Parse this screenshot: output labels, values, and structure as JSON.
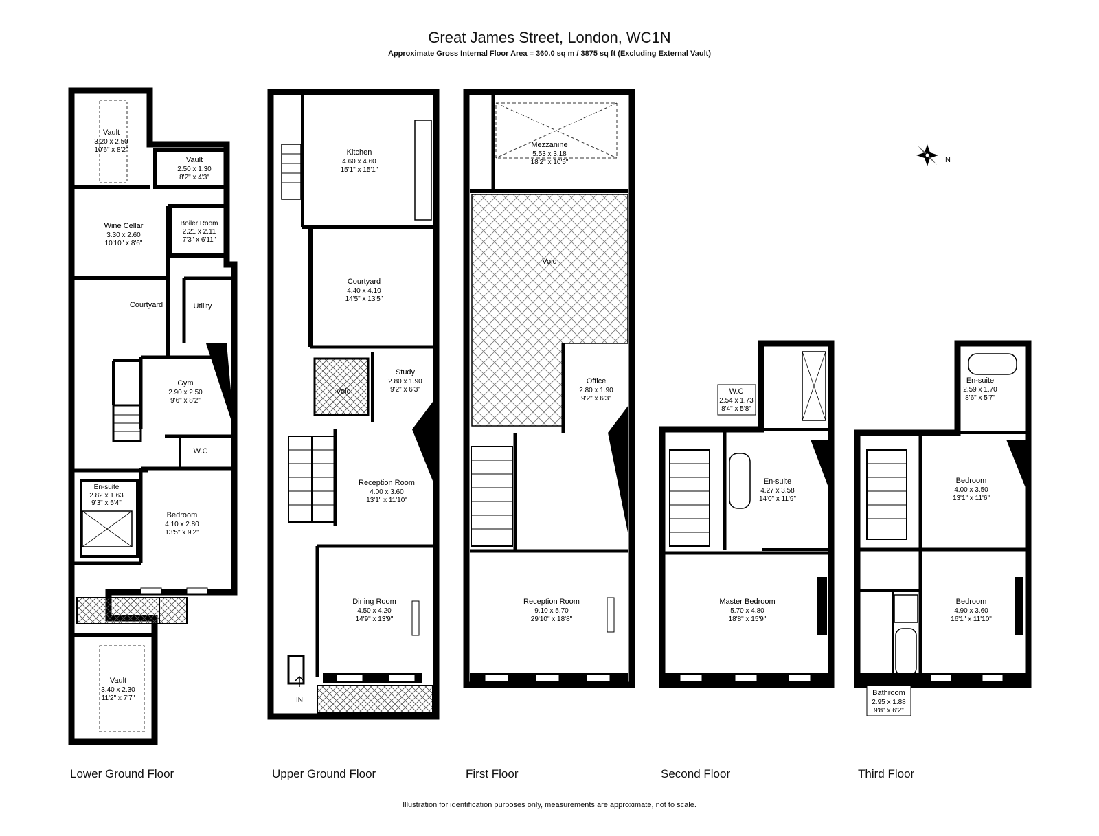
{
  "header": {
    "title": "Great James Street, London, WC1N",
    "subtitle": "Approximate Gross Internal Floor Area = 360.0 sq m / 3875 sq ft (Excluding External Vault)"
  },
  "compass": {
    "label": "N"
  },
  "entrance": {
    "label": "IN"
  },
  "floors": [
    {
      "label": "Lower Ground Floor"
    },
    {
      "label": "Upper Ground Floor"
    },
    {
      "label": "First Floor"
    },
    {
      "label": "Second Floor"
    },
    {
      "label": "Third Floor"
    }
  ],
  "rooms": {
    "lg_vault1": {
      "name": "Vault",
      "metric": "3.20 x 2.50",
      "imperial": "10'6\" x 8'2\""
    },
    "lg_vault2": {
      "name": "Vault",
      "metric": "2.50 x 1.30",
      "imperial": "8'2\" x 4'3\""
    },
    "lg_wine": {
      "name": "Wine Cellar",
      "metric": "3.30 x 2.60",
      "imperial": "10'10\" x 8'6\""
    },
    "lg_boiler": {
      "name": "Boiler Room",
      "metric": "2.21 x 2.11",
      "imperial": "7'3\" x 6'11\""
    },
    "lg_courtyard": {
      "name": "Courtyard"
    },
    "lg_utility": {
      "name": "Utility"
    },
    "lg_gym": {
      "name": "Gym",
      "metric": "2.90 x 2.50",
      "imperial": "9'6\" x 8'2\""
    },
    "lg_wc": {
      "name": "W.C"
    },
    "lg_ensuite": {
      "name": "En-suite",
      "metric": "2.82 x 1.63",
      "imperial": "9'3\" x 5'4\""
    },
    "lg_bedroom": {
      "name": "Bedroom",
      "metric": "4.10 x 2.80",
      "imperial": "13'5\" x 9'2\""
    },
    "lg_vault3": {
      "name": "Vault",
      "metric": "3.40 x 2.30",
      "imperial": "11'2\" x 7'7\""
    },
    "ug_kitchen": {
      "name": "Kitchen",
      "metric": "4.60 x 4.60",
      "imperial": "15'1\" x 15'1\""
    },
    "ug_courtyard": {
      "name": "Courtyard",
      "metric": "4.40 x 4.10",
      "imperial": "14'5\" x 13'5\""
    },
    "ug_void": {
      "name": "Void"
    },
    "ug_study": {
      "name": "Study",
      "metric": "2.80 x 1.90",
      "imperial": "9'2\" x 6'3\""
    },
    "ug_reception": {
      "name": "Reception Room",
      "metric": "4.00 x 3.60",
      "imperial": "13'1\" x 11'10\""
    },
    "ug_dining": {
      "name": "Dining Room",
      "metric": "4.50 x 4.20",
      "imperial": "14'9\" x 13'9\""
    },
    "ff_mezzanine": {
      "name": "Mezzanine",
      "metric": "5.53 x 3.18",
      "imperial": "18'2\" x 10'5\""
    },
    "ff_void": {
      "name": "Void"
    },
    "ff_office": {
      "name": "Office",
      "metric": "2.80 x 1.90",
      "imperial": "9'2\" x 6'3\""
    },
    "ff_reception": {
      "name": "Reception Room",
      "metric": "9.10 x 5.70",
      "imperial": "29'10\" x 18'8\""
    },
    "sf_wc": {
      "name": "W.C",
      "metric": "2.54 x 1.73",
      "imperial": "8'4\" x 5'8\""
    },
    "sf_ensuite": {
      "name": "En-suite",
      "metric": "4.27 x 3.58",
      "imperial": "14'0\" x 11'9\""
    },
    "sf_master": {
      "name": "Master Bedroom",
      "metric": "5.70 x 4.80",
      "imperial": "18'8\" x 15'9\""
    },
    "tf_ensuite": {
      "name": "En-suite",
      "metric": "2.59 x 1.70",
      "imperial": "8'6\" x 5'7\""
    },
    "tf_bedroom1": {
      "name": "Bedroom",
      "metric": "4.00 x 3.50",
      "imperial": "13'1\" x 11'6\""
    },
    "tf_bedroom2": {
      "name": "Bedroom",
      "metric": "4.90 x 3.60",
      "imperial": "16'1\" x 11'10\""
    },
    "tf_bathroom": {
      "name": "Bathroom",
      "metric": "2.95 x 1.88",
      "imperial": "9'8\" x 6'2\""
    }
  },
  "footer": {
    "disclaimer": "Illustration for identification purposes only, measurements are approximate, not to scale."
  }
}
